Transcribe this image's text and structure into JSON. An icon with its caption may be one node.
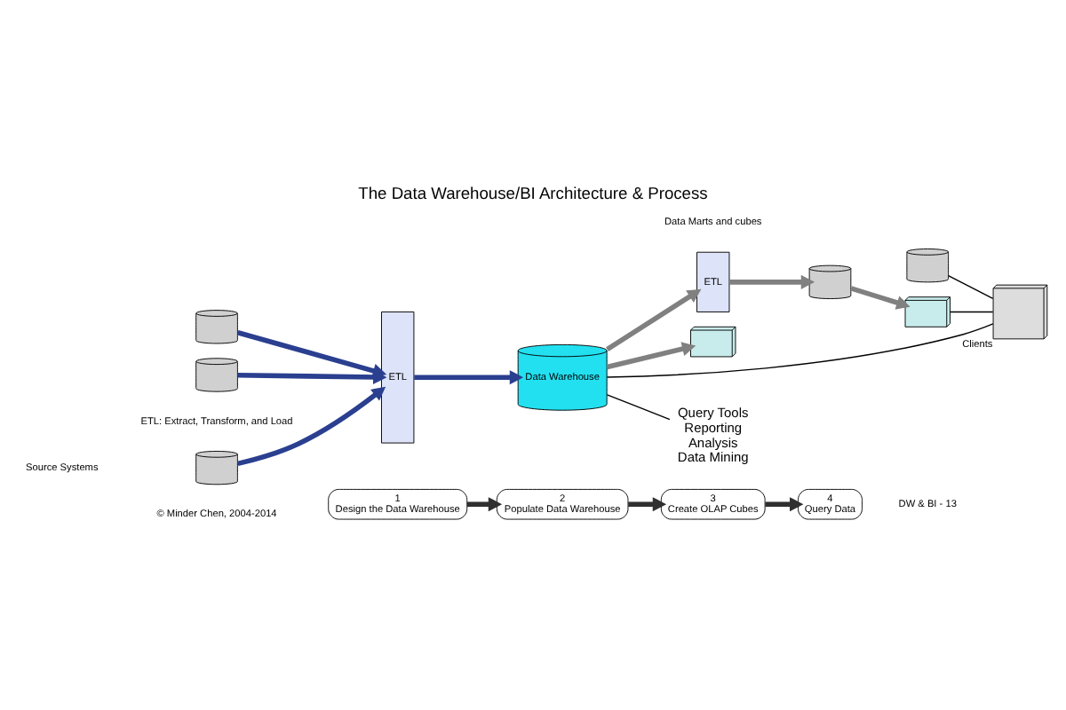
{
  "diagram": {
    "title": "The Data Warehouse/BI Architecture & Process",
    "nodes": [
      {
        "text": [],
        "shape": "cylinder"
      },
      {
        "text": [],
        "shape": "cylinder"
      },
      {
        "text": [],
        "shape": "cylinder"
      },
      {
        "text": [
          "ETL"
        ]
      },
      {
        "text": [
          "Data Warehouse"
        ]
      },
      {
        "text": [
          "ETL"
        ]
      },
      {
        "text": [],
        "shape": "cylinder"
      },
      {
        "text": [],
        "shape": "cylinder"
      },
      {
        "text": [],
        "shape": "box"
      },
      {
        "text": [],
        "shape": "box"
      },
      {
        "text": [],
        "shape": "picture",
        "beside": [
          "Clients"
        ]
      },
      {
        "text": [
          "Query Tools",
          "Reporting",
          "Analysis",
          "Data Mining"
        ]
      },
      {
        "text": [
          "1",
          "Design the Data Warehouse"
        ]
      },
      {
        "text": [
          "2",
          "Populate Data Warehouse"
        ]
      },
      {
        "text": [
          "3",
          "Create OLAP Cubes"
        ]
      },
      {
        "text": [
          "4",
          "Query Data"
        ]
      }
    ],
    "edges": [
      {
        "from": 0,
        "to": 3,
        "arrow": "to"
      },
      {
        "from": 1,
        "to": 3,
        "arrow": "to"
      },
      {
        "from": 2,
        "to": 3,
        "arrow": "to"
      },
      {
        "from": 3,
        "to": 4,
        "arrow": "to"
      },
      {
        "from": 4,
        "to": 5,
        "arrow": "to",
        "color": "#808080"
      },
      {
        "from": 5,
        "to": 6,
        "arrow": "to",
        "color": "#808080"
      },
      {
        "from": 6,
        "to": 8,
        "arrow": "to",
        "color": "#808080"
      },
      {
        "from": 4,
        "to": 9,
        "arrow": "to",
        "color": "#808080"
      },
      {
        "from": 4,
        "to": 10,
        "arrow": "none",
        "color": "#000000"
      },
      {
        "from": 7,
        "to": 10,
        "arrow": "none",
        "color": "#000000"
      },
      {
        "from": 8,
        "to": 10,
        "arrow": "none",
        "color": "#000000"
      },
      {
        "from": 4,
        "to": 11,
        "arrow": "none",
        "color": "#000000"
      },
      {
        "from": 12,
        "to": 13,
        "arrow": "to",
        "color": "#303030"
      },
      {
        "from": 13,
        "to": 14,
        "arrow": "to",
        "color": "#303030"
      },
      {
        "from": 14,
        "to": 15,
        "arrow": "to",
        "color": "#303030"
      }
    ],
    "labels": [
      "ETL: Extract, Transform, and Load",
      "Source Systems",
      "Data Marts and cubes",
      "© Minder Chen, 2004-2014",
      "DW & BI - 13"
    ]
  }
}
